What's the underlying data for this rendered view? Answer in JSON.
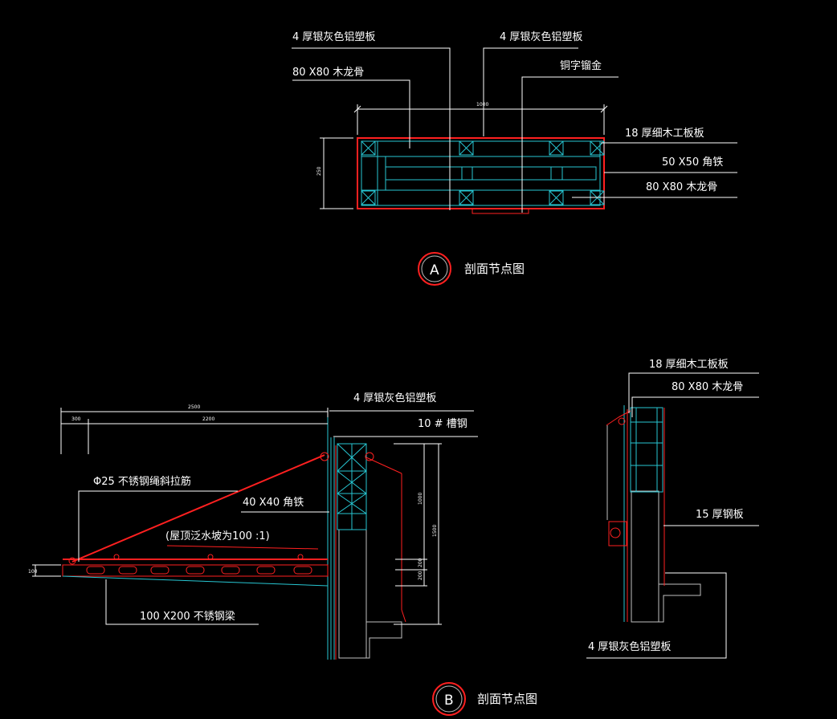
{
  "section_a": {
    "labels": {
      "panel_left": "4 厚银灰色铝塑板",
      "panel_right": "4 厚银灰色铝塑板",
      "wood_keel_top": "80 X80 木龙骨",
      "copper_letter": "铜字镏金",
      "blockboard": "18 厚细木工板板",
      "angle_iron": "50 X50 角铁",
      "wood_keel_bottom": "80 X80 木龙骨"
    },
    "dims": {
      "width": "1000",
      "height": "250"
    },
    "marker": "A",
    "title": "剖面节点图"
  },
  "section_b": {
    "labels": {
      "panel": "4 厚银灰色铝塑板",
      "channel_steel": "10 # 槽钢",
      "cable": "Φ25 不锈钢绳斜拉筋",
      "angle_iron": "40 X40 角铁",
      "slope_note": "(屋顶泛水坡为100 :1)",
      "beam": "100 X200 不锈钢梁"
    },
    "dims": {
      "total": "2500",
      "left": "300",
      "right": "2200",
      "beam_h": "100",
      "v1": "1000",
      "v2": "1500",
      "v3": "200",
      "v4": "200"
    },
    "marker": "B",
    "title": "剖面节点图"
  },
  "section_c": {
    "labels": {
      "blockboard": "18 厚细木工板板",
      "wood_keel": "80 X80 木龙骨",
      "steel_plate": "15 厚钢板",
      "panel": "4 厚银灰色铝塑板"
    }
  }
}
